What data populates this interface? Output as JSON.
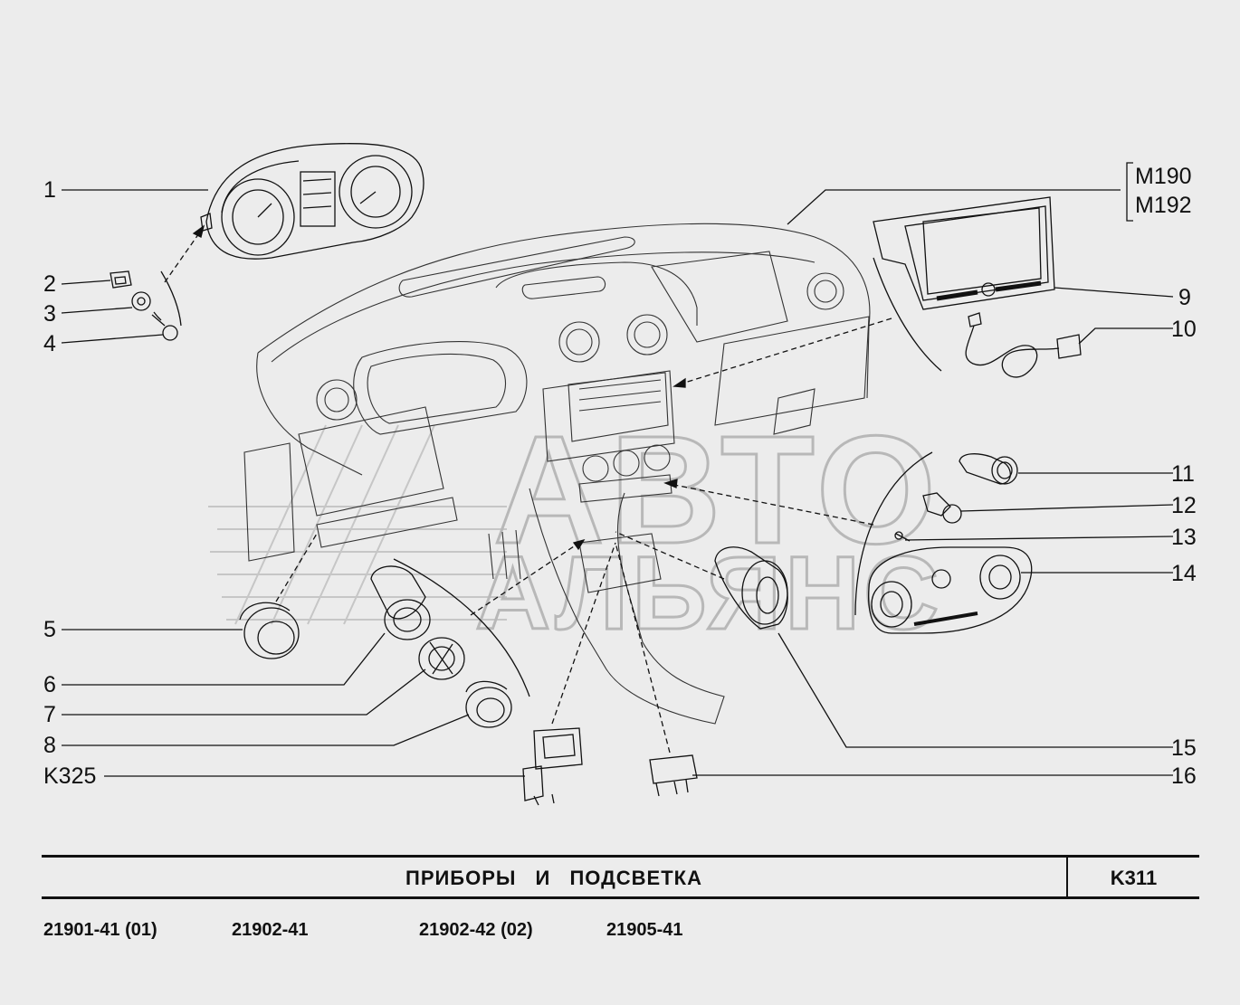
{
  "callouts": {
    "c1": "1",
    "c2": "2",
    "c3": "3",
    "c4": "4",
    "c5": "5",
    "c6": "6",
    "c7": "7",
    "c8": "8",
    "c9": "9",
    "c10": "10",
    "c11": "11",
    "c12": "12",
    "c13": "13",
    "c14": "14",
    "c15": "15",
    "c16": "16",
    "k325": "K325",
    "m190": "M190",
    "m192": "M192"
  },
  "footer": {
    "title": "ПРИБОРЫ И ПОДСВЕТКА",
    "code": "K311",
    "models": [
      "21901-41 (01)",
      "21902-41",
      "21902-42 (02)",
      "21905-41"
    ]
  },
  "watermark": {
    "line1": "АВТО",
    "line2": "АЛЬЯНС"
  },
  "colors": {
    "background": "#ececec",
    "line": "#111111",
    "watermark": "#d8d8d8"
  }
}
